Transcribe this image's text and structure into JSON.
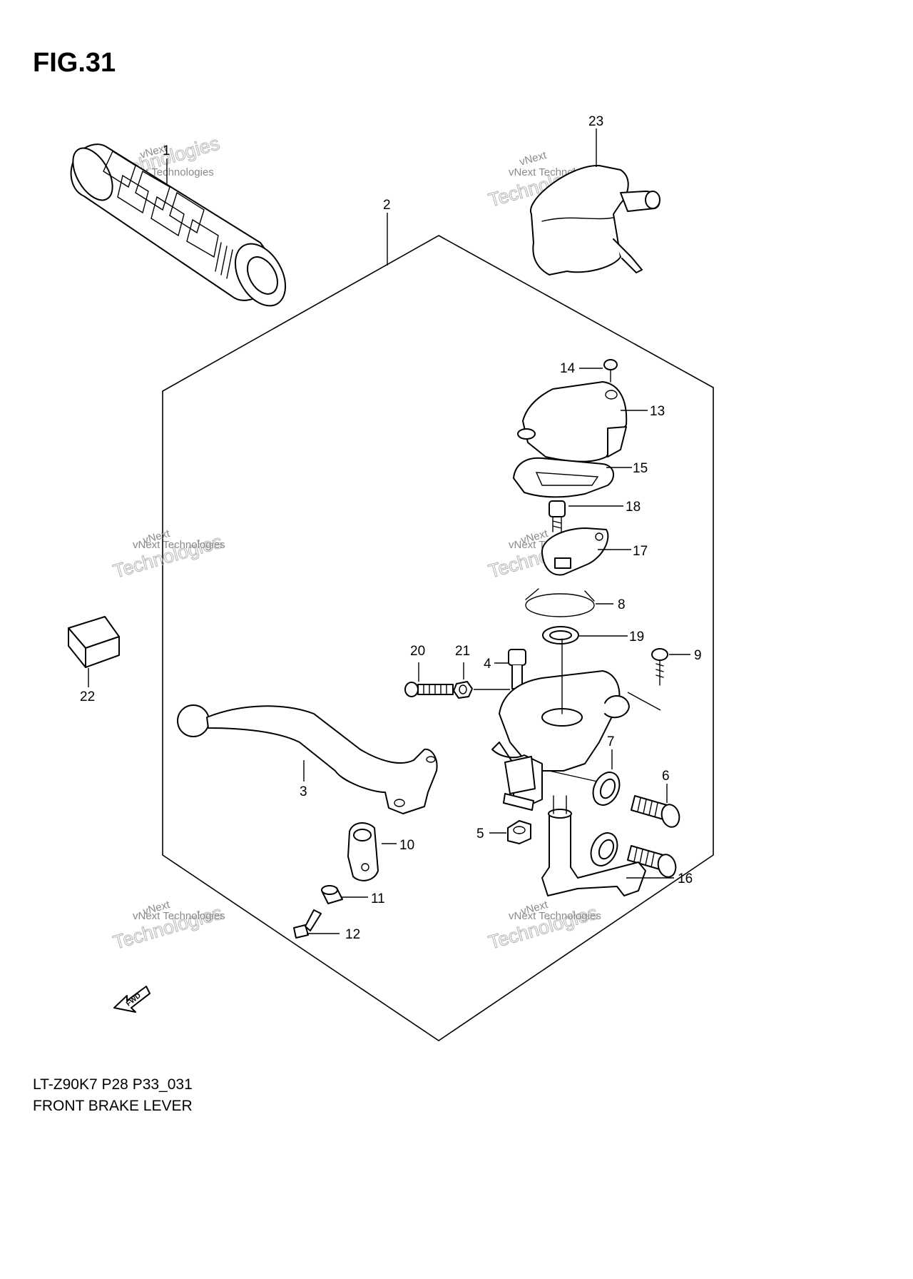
{
  "figure_title": "FIG.31",
  "caption": {
    "model_code": "LT-Z90K7 P28 P33_031",
    "part_group": "FRONT BRAKE LEVER"
  },
  "fwd_label": "FWD",
  "watermark": {
    "line_small": "vNext Technologies",
    "line_top": "vNext",
    "line_big": "Technologies"
  },
  "callouts": {
    "c1": "1",
    "c2": "2",
    "c3": "3",
    "c4": "4",
    "c5": "5",
    "c6": "6",
    "c7": "7",
    "c8": "8",
    "c9": "9",
    "c10": "10",
    "c11": "11",
    "c12": "12",
    "c13": "13",
    "c14": "14",
    "c15": "15",
    "c16": "16",
    "c17": "17",
    "c18": "18",
    "c19": "19",
    "c20": "20",
    "c21": "21",
    "c22": "22",
    "c23": "23"
  },
  "parts": [
    {
      "id": "1",
      "name": "grip"
    },
    {
      "id": "2",
      "name": "brake-lever-assembly-frame"
    },
    {
      "id": "3",
      "name": "brake-lever"
    },
    {
      "id": "4",
      "name": "pivot-bolt"
    },
    {
      "id": "5",
      "name": "nut"
    },
    {
      "id": "6",
      "name": "adjuster-bolt"
    },
    {
      "id": "7",
      "name": "lock-nut"
    },
    {
      "id": "8",
      "name": "spring"
    },
    {
      "id": "9",
      "name": "screw"
    },
    {
      "id": "10",
      "name": "cable-end-holder"
    },
    {
      "id": "11",
      "name": "collar"
    },
    {
      "id": "12",
      "name": "bolt"
    },
    {
      "id": "13",
      "name": "cover"
    },
    {
      "id": "14",
      "name": "screw"
    },
    {
      "id": "15",
      "name": "gasket"
    },
    {
      "id": "16",
      "name": "parking-lever"
    },
    {
      "id": "17",
      "name": "plate"
    },
    {
      "id": "18",
      "name": "bolt"
    },
    {
      "id": "19",
      "name": "washer"
    },
    {
      "id": "20",
      "name": "screw"
    },
    {
      "id": "21",
      "name": "nut"
    },
    {
      "id": "22",
      "name": "block"
    },
    {
      "id": "23",
      "name": "switch-cover"
    }
  ]
}
